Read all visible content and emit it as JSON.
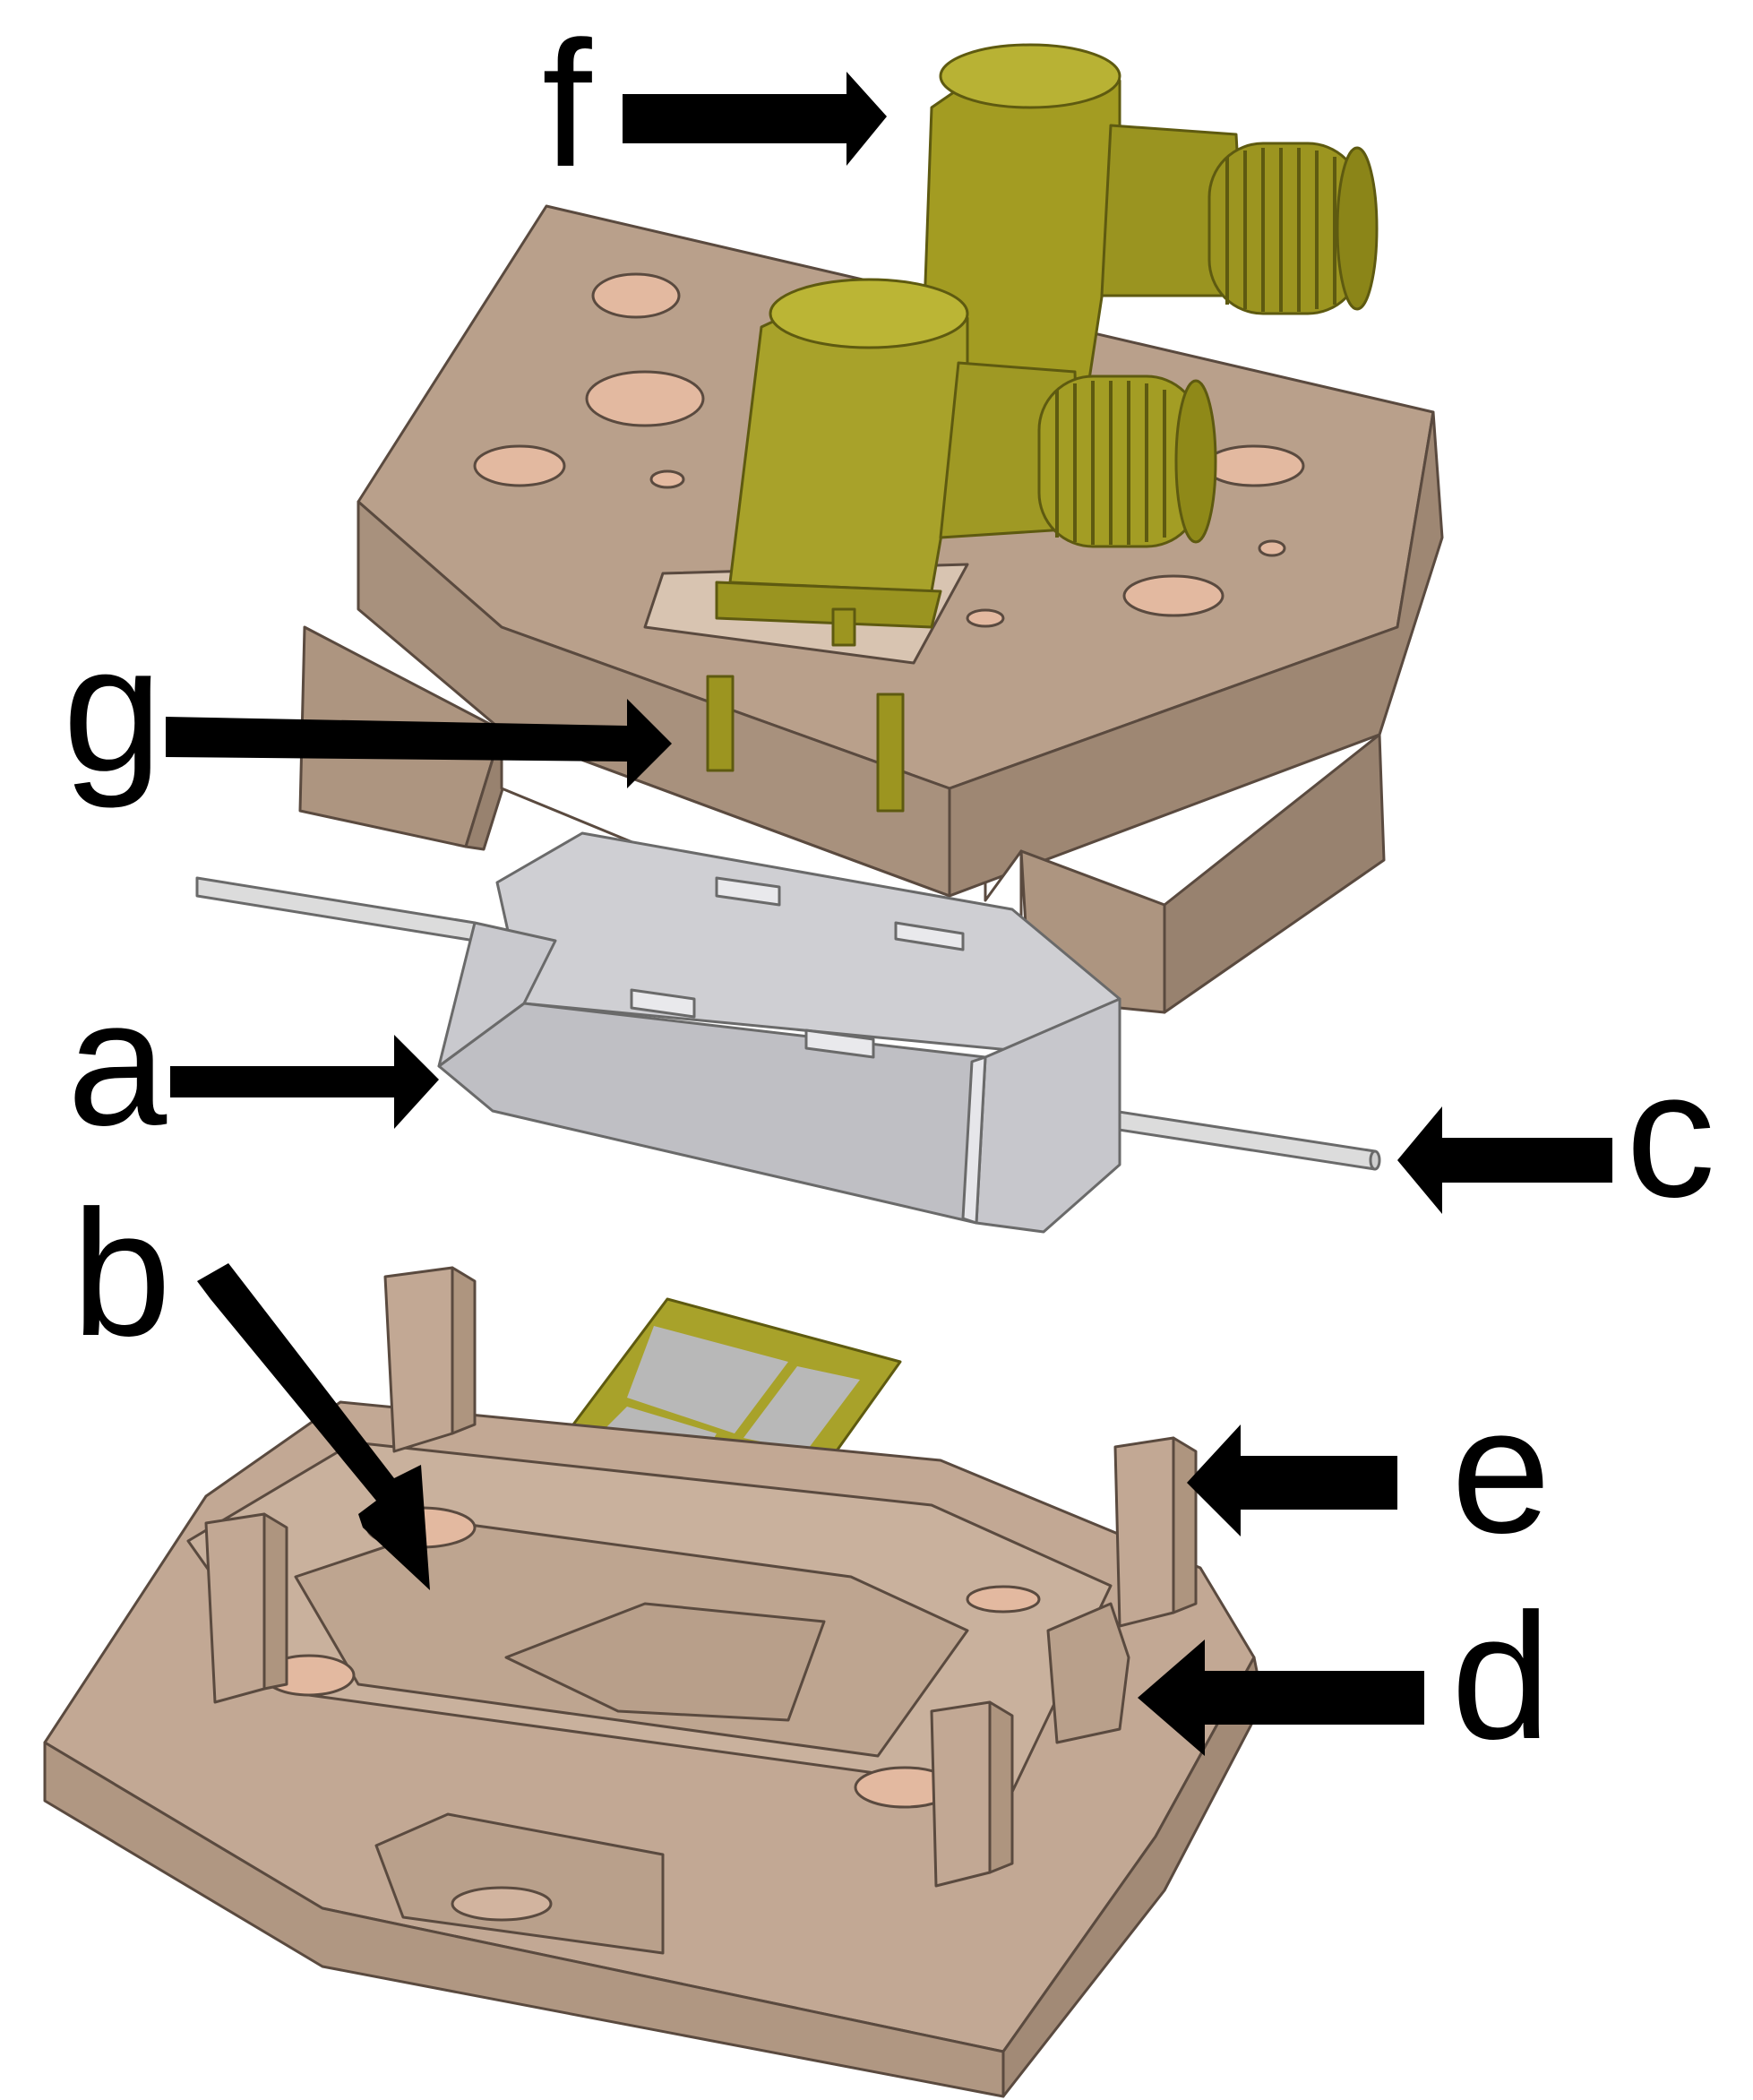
{
  "labels": {
    "a": "a",
    "b": "b",
    "c": "c",
    "d": "d",
    "e": "e",
    "f": "f",
    "g": "g"
  },
  "colors": {
    "housing": "#b89f8a",
    "housing_dark": "#a28a76",
    "housing_light": "#c9b3a0",
    "hole": "#e3b9a0",
    "connector": "#a8a22a",
    "connector_dark": "#8a8418",
    "block": "#c8c8cc",
    "block_dark": "#b0b0b5",
    "rod": "#dcdcdc",
    "pcb_metal": "#b8b8b8",
    "arrow": "#000000"
  }
}
